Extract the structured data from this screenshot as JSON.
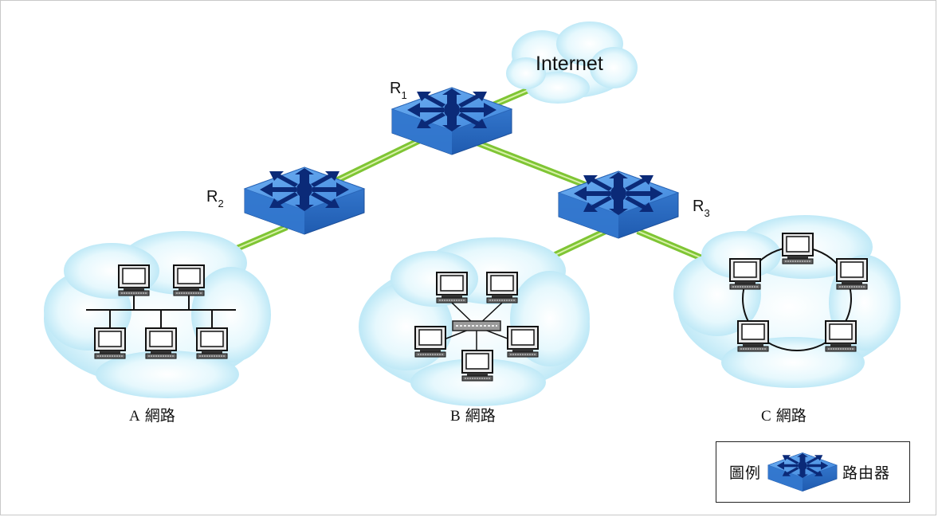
{
  "routers": [
    {
      "name": "R",
      "sub": "1"
    },
    {
      "name": "R",
      "sub": "2"
    },
    {
      "name": "R",
      "sub": "3"
    }
  ],
  "internet_label": "Internet",
  "networks": [
    {
      "letter": "A",
      "suffix": "網路"
    },
    {
      "letter": "B",
      "suffix": "網路"
    },
    {
      "letter": "C",
      "suffix": "網路"
    }
  ],
  "legend": {
    "prefix": "圖例",
    "router_label": "路由器"
  },
  "colors": {
    "cloud": "#cfeffa",
    "router_top": "#4f95e4",
    "router_side": "#2b6fc4",
    "arrow": "#0b2a78",
    "link": "#8ccc3a"
  }
}
